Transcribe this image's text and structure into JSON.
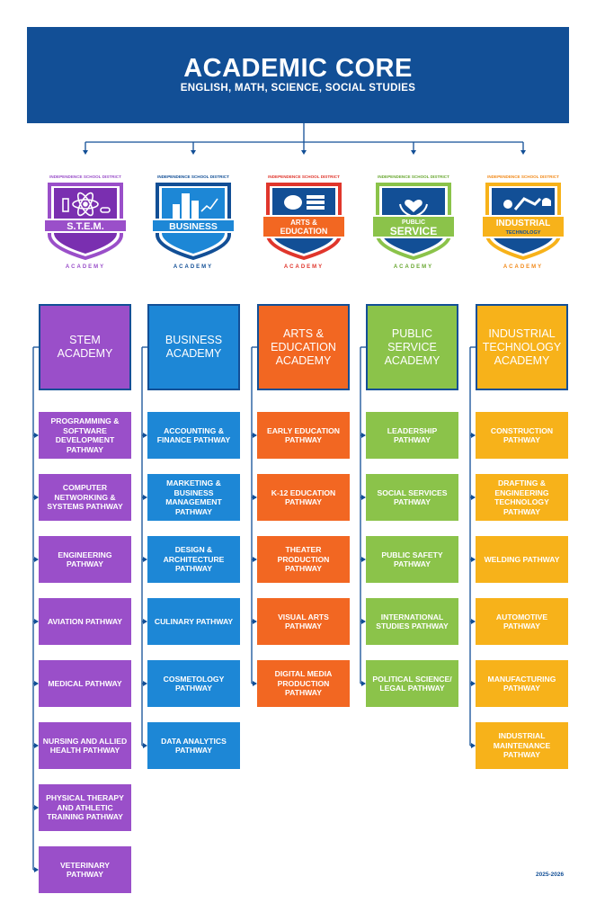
{
  "core": {
    "title": "ACADEMIC CORE",
    "subtitle": "ENGLISH, MATH, SCIENCE, SOCIAL STUDIES"
  },
  "colors": {
    "core": "#124f96",
    "stem": "#9a4fc9",
    "business": "#1d87d6",
    "arts": "#f26722",
    "public": "#8bc34a",
    "industrial": "#f7b21a",
    "line": "#124f96"
  },
  "logos": [
    {
      "arc": "INDEPENDENCE SCHOOL DISTRICT",
      "name": "S.T.E.M.",
      "bottom": "ACADEMY",
      "icon": "atom-icon"
    },
    {
      "arc": "INDEPENDENCE SCHOOL DISTRICT",
      "name": "BUSINESS",
      "bottom": "ACADEMY",
      "icon": "city-chart-icon"
    },
    {
      "arc": "INDEPENDENCE SCHOOL DISTRICT",
      "name1": "ARTS &",
      "name2": "EDUCATION",
      "bottom": "ACADEMY",
      "icon": "palette-books-icon"
    },
    {
      "arc": "INDEPENDENCE SCHOOL DISTRICT",
      "name1": "PUBLIC",
      "name2": "SERVICE",
      "bottom": "ACADEMY",
      "icon": "hands-heart-icon"
    },
    {
      "arc": "INDEPENDENCE SCHOOL DISTRICT",
      "name1": "INDUSTRIAL",
      "name2": "TECHNOLOGY",
      "bottom": "ACADEMY",
      "icon": "robot-arm-gear-icon"
    }
  ],
  "academies": [
    {
      "title": "STEM ACADEMY",
      "pathways": [
        "PROGRAMMING & SOFTWARE DEVELOPMENT PATHWAY",
        "COMPUTER NETWORKING & SYSTEMS PATHWAY",
        "ENGINEERING PATHWAY",
        "AVIATION PATHWAY",
        "MEDICAL PATHWAY",
        "NURSING AND ALLIED HEALTH PATHWAY",
        "PHYSICAL THERAPY AND ATHLETIC TRAINING PATHWAY",
        "VETERINARY PATHWAY"
      ]
    },
    {
      "title": "BUSINESS ACADEMY",
      "pathways": [
        "ACCOUNTING & FINANCE PATHWAY",
        "MARKETING & BUSINESS MANAGEMENT PATHWAY",
        "DESIGN & ARCHITECTURE PATHWAY",
        "CULINARY PATHWAY",
        "COSMETOLOGY PATHWAY",
        "DATA ANALYTICS PATHWAY"
      ]
    },
    {
      "title": "ARTS & EDUCATION ACADEMY",
      "pathways": [
        "EARLY EDUCATION PATHWAY",
        "K-12 EDUCATION PATHWAY",
        "THEATER PRODUCTION PATHWAY",
        "VISUAL ARTS PATHWAY",
        "DIGITAL MEDIA PRODUCTION PATHWAY"
      ]
    },
    {
      "title": "PUBLIC SERVICE ACADEMY",
      "pathways": [
        "LEADERSHIP PATHWAY",
        "SOCIAL SERVICES PATHWAY",
        "PUBLIC SAFETY PATHWAY",
        "INTERNATIONAL STUDIES PATHWAY",
        "POLITICAL SCIENCE/ LEGAL PATHWAY"
      ]
    },
    {
      "title": "INDUSTRIAL TECHNOLOGY ACADEMY",
      "pathways": [
        "CONSTRUCTION PATHWAY",
        "DRAFTING & ENGINEERING TECHNOLOGY PATHWAY",
        "WELDING PATHWAY",
        "AUTOMOTIVE PATHWAY",
        "MANUFACTURING PATHWAY",
        "INDUSTRIAL MAINTENANCE PATHWAY"
      ]
    }
  ],
  "footer": {
    "year": "2025-2026"
  }
}
